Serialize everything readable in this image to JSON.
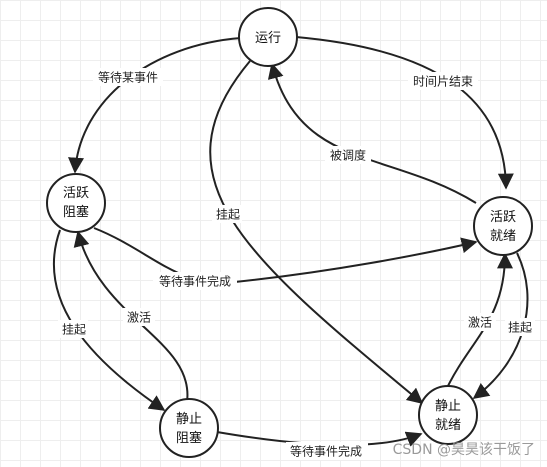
{
  "states": {
    "running": "运行",
    "active_blocked": [
      "活跃",
      "阻塞"
    ],
    "active_ready": [
      "活跃",
      "就绪"
    ],
    "static_blocked": [
      "静止",
      "阻塞"
    ],
    "static_ready": [
      "静止",
      "就绪"
    ]
  },
  "edges": {
    "wait_event": "等待某事件",
    "time_slice_end": "时间片结束",
    "scheduled": "被调度",
    "suspend_running": "挂起",
    "event_complete_active": "等待事件完成",
    "suspend_blocked": "挂起",
    "activate_blocked": "激活",
    "activate_ready": "激活",
    "suspend_ready": "挂起",
    "event_complete_static": "等待事件完成"
  },
  "watermark": "CSDN @昊昊该干饭了"
}
